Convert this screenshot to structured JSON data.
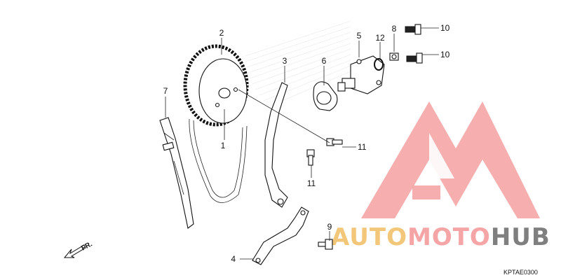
{
  "diagram": {
    "drawing_code": "KPTAE0300",
    "direction_label": "FR.",
    "callouts": [
      "1",
      "2",
      "3",
      "4",
      "5",
      "6",
      "7",
      "8",
      "9",
      "10",
      "10",
      "11",
      "11",
      "12"
    ]
  },
  "watermark": {
    "brand_part1": "AUTO",
    "brand_part2": "MOTO",
    "brand_part3": "HUB",
    "color_primary": "#F5A5A5",
    "color_auto": "#F3C77A",
    "color_hub": "#7F7F7F"
  }
}
